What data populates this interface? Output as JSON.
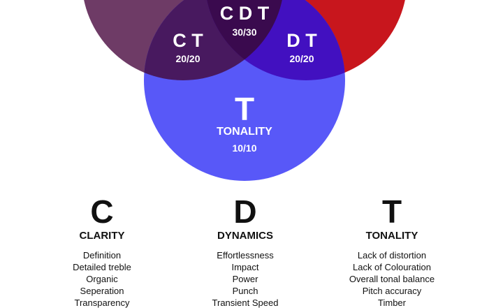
{
  "colors": {
    "clarity": "#6e3b66",
    "dynamics": "#c8161d",
    "tonality": "#5858f8",
    "ct": "#48195f",
    "dt": "#4210c0",
    "cdt": "#3a0a4e"
  },
  "venn": {
    "cdt": {
      "letters": "C D T",
      "score": "30/30"
    },
    "ct": {
      "letters": "C T",
      "score": "20/20"
    },
    "dt": {
      "letters": "D T",
      "score": "20/20"
    },
    "t": {
      "letter": "T",
      "name": "TONALITY",
      "score": "10/10"
    }
  },
  "columns": [
    {
      "letter": "C",
      "title": "CLARITY",
      "items": [
        "Definition",
        "Detailed treble",
        "Organic",
        "Seperation",
        "Transparency"
      ]
    },
    {
      "letter": "D",
      "title": "DYNAMICS",
      "items": [
        "Effortlessness",
        "Impact",
        "Power",
        "Punch",
        "Transient Speed"
      ]
    },
    {
      "letter": "T",
      "title": "TONALITY",
      "items": [
        "Lack of distortion",
        "Lack of Colouration",
        "Overall tonal balance",
        "Pitch accuracy",
        "Timber"
      ]
    }
  ]
}
